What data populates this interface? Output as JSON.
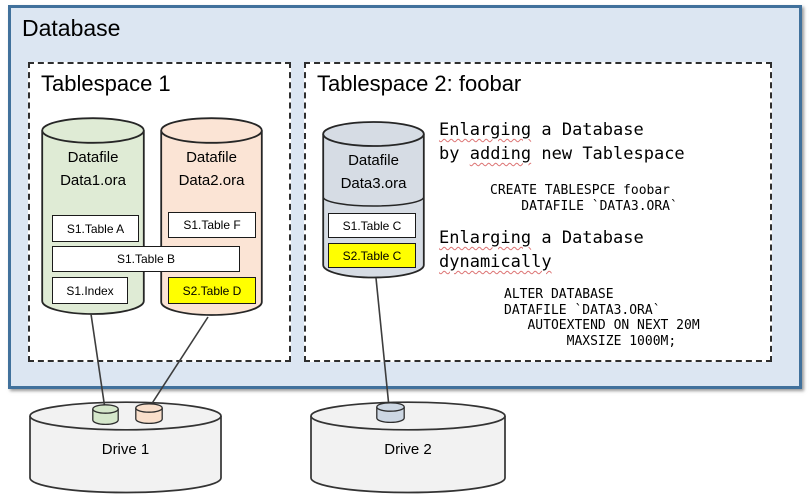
{
  "colors": {
    "database_fill": "#dce6f2",
    "database_border": "#41719c",
    "datafile1_fill": "#dfebd5",
    "datafile2_fill": "#fbe4d5",
    "datafile3_fill": "#d6dce4",
    "drive_fill": "#f2f2f2",
    "highlight_yellow": "#ffff00",
    "small_green": "#d5e7cb",
    "small_orange": "#f9dfcb",
    "small_gray": "#cdd7e3"
  },
  "database": {
    "title": "Database"
  },
  "tablespace1": {
    "title": "Tablespace 1",
    "datafile1": {
      "line1": "Datafile",
      "line2": "Data1.ora"
    },
    "datafile2": {
      "line1": "Datafile",
      "line2": "Data2.ora"
    },
    "table_a": "S1.Table A",
    "table_f": "S1.Table F",
    "table_b": "S1.Table B",
    "index": "S1.Index",
    "table_d": "S2.Table D"
  },
  "tablespace2": {
    "title": "Tablespace 2: foobar",
    "datafile3": {
      "line1": "Datafile",
      "line2": "Data3.ora"
    },
    "table_c1": "S1.Table C",
    "table_c2": "S2.Table C",
    "notes": {
      "heading1_tokens": [
        {
          "t": "Enlarging",
          "sq": true
        },
        {
          "t": " a Database\nby "
        },
        {
          "t": "adding",
          "sq": true
        },
        {
          "t": " new Tablespace"
        }
      ],
      "code1": "CREATE TABLESPCE foobar\n    DATAFILE `DATA3.ORA`",
      "heading2_tokens": [
        {
          "t": "Enlarging",
          "sq": true
        },
        {
          "t": " a Database\n"
        },
        {
          "t": "dynamically",
          "sq": true
        }
      ],
      "code2": "ALTER DATABASE\nDATAFILE `DATA3.ORA`\n   AUTOEXTEND ON NEXT 20M\n        MAXSIZE 1000M;"
    }
  },
  "drives": {
    "drive1": "Drive 1",
    "drive2": "Drive 2"
  }
}
